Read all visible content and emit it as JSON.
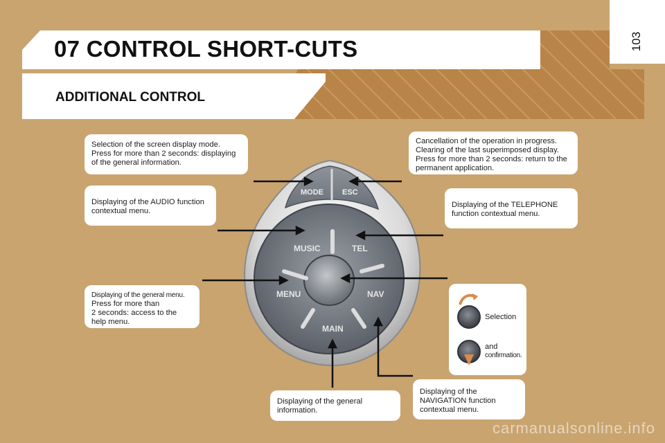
{
  "header": {
    "title": "07 CONTROL SHORT-CUTS",
    "subtitle": "ADDITIONAL CONTROL",
    "page_number": "103"
  },
  "colors": {
    "background": "#c9a46f",
    "stripe_band": "#b98447",
    "panel_white": "#ffffff",
    "knob_dark": "#5c5f66",
    "label_light": "#e6e6e6"
  },
  "buttons": {
    "mode": "MODE",
    "esc": "ESC",
    "music": "MUSIC",
    "tel": "TEL",
    "menu": "MENU",
    "nav": "NAV",
    "main": "MAIN"
  },
  "callouts": {
    "mode": [
      "Selection of the screen display mode.",
      "Press for more than 2 seconds: displaying",
      "of the general information."
    ],
    "esc": [
      "Cancellation of the operation in progress.",
      "Clearing of the last superimposed display.",
      "Press for more than 2 seconds: return to the",
      "permanent application."
    ],
    "music": [
      "Displaying of the AUDIO function",
      "contextual menu."
    ],
    "tel": [
      "Displaying of the TELEPHONE",
      "function contextual menu."
    ],
    "menu": [
      "Displaying of the general menu.",
      "Press for more than",
      "2 seconds: access to the",
      "help menu."
    ],
    "main": [
      "Displaying of the general",
      "information."
    ],
    "nav": [
      "Displaying of the",
      "NAVIGATION function",
      "contextual menu."
    ]
  },
  "knob_panel": {
    "selection_label": "Selection",
    "and_label": "and",
    "confirmation_label": "confirmation."
  },
  "watermark": "carmanualsonline.info"
}
